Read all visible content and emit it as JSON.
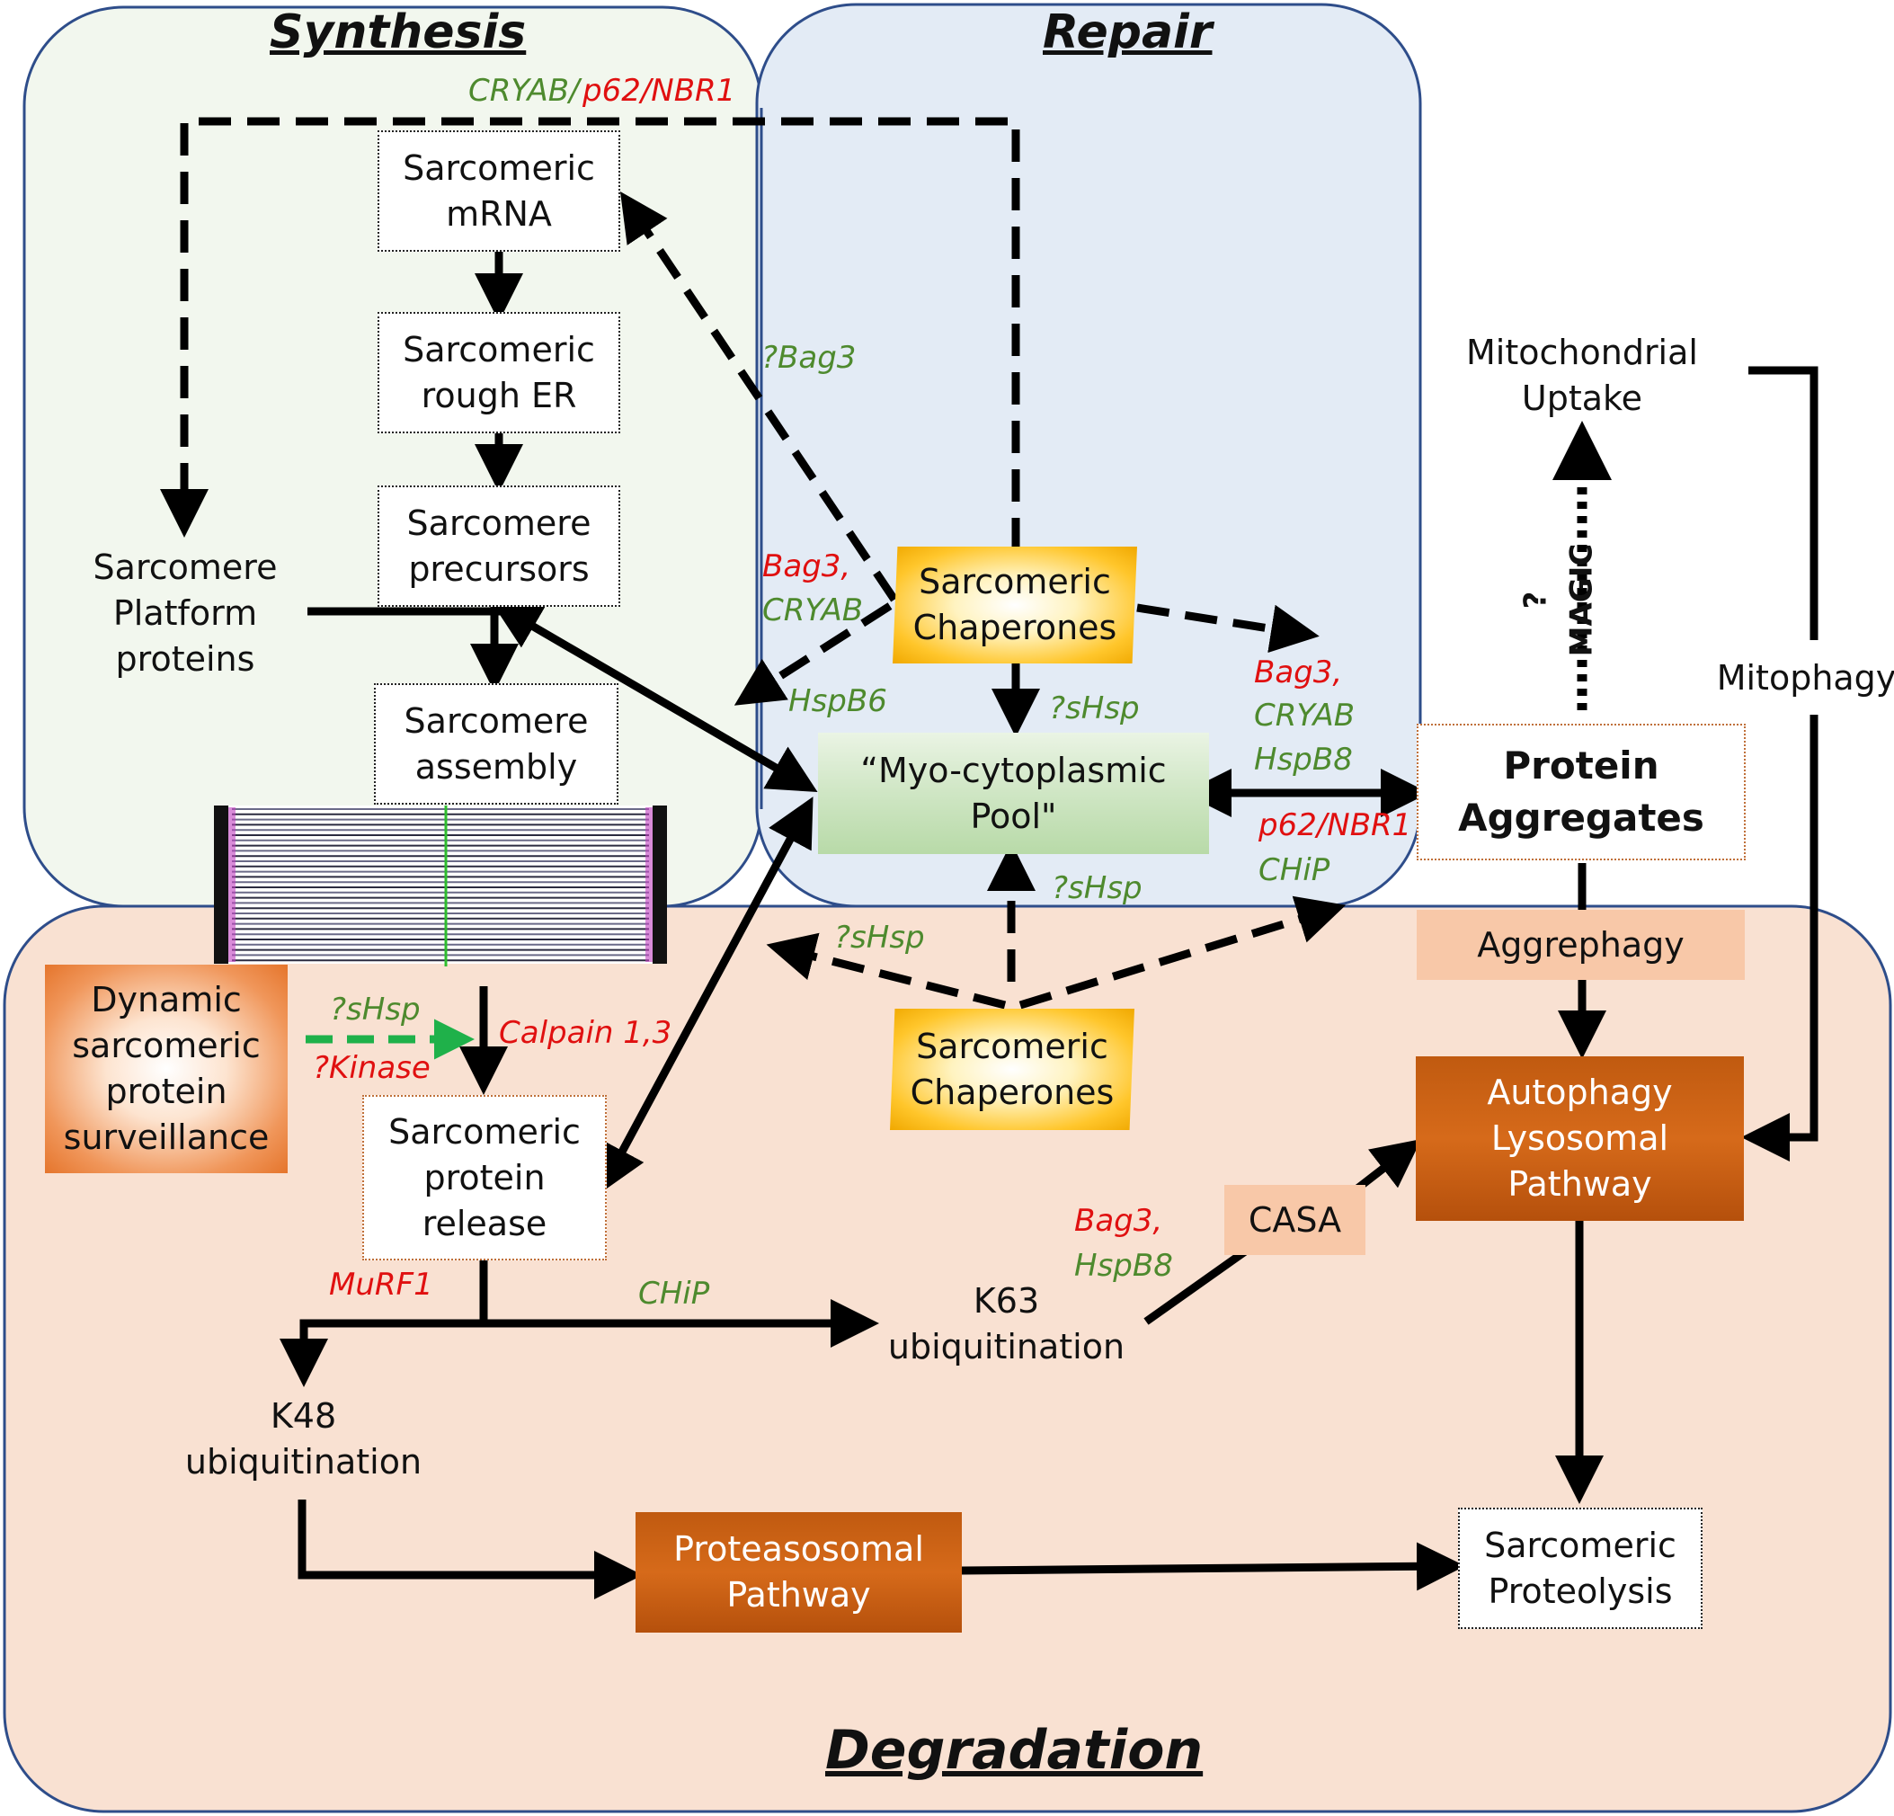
{
  "regions": {
    "synthesis": "Synthesis",
    "repair": "Repair",
    "degradation": "Degradation"
  },
  "nodes": {
    "sarcomeric_mrna": "Sarcomeric\nmRNA",
    "rough_er": "Sarcomeric\nrough ER",
    "precursors": "Sarcomere\nprecursors",
    "assembly": "Sarcomere\nassembly",
    "platform": "Sarcomere\nPlatform\nproteins",
    "chaperones_top": "Sarcomeric\nChaperones",
    "chaperones_bottom": "Sarcomeric\nChaperones",
    "pool": "“Myo-cytoplasmic\nPool\"",
    "mito_uptake": "Mitochondrial\nUptake",
    "mitophagy": "Mitophagy",
    "protein_aggregates": "Protein\nAggregates",
    "aggrephagy": "Aggrephagy",
    "surveillance": "Dynamic\nsarcomeric\nprotein\nsurveillance",
    "release": "Sarcomeric\nprotein\nrelease",
    "autophagy": "Autophagy\nLysosomal\nPathway",
    "casa": "CASA",
    "k63": "K63\nubiquitination",
    "k48": "K48\nubiquitination",
    "proteasomal": "Proteasosomal\nPathway",
    "proteolysis": "Sarcomeric\nProteolysis",
    "magic": "? MAGIC"
  },
  "labels": {
    "cryab_top": "CRYAB/",
    "p62_top": "p62/NBR1",
    "bag3_q": "?Bag3",
    "bag3_a": "Bag3,",
    "cryab_a": "CRYAB",
    "hspb6": "HspB6",
    "shsp_1": "?sHsp",
    "bag3_b": "Bag3,",
    "cryab_b": "CRYAB",
    "hspb8_b": "HspB8",
    "p62_b": "p62/NBR1",
    "chip_b": "CHiP",
    "shsp_2": "?sHsp",
    "shsp_3": "?sHsp",
    "shsp_4": "?sHsp",
    "kinase": "?Kinase",
    "calpain": "Calpain 1,3",
    "bag3_c": "Bag3,",
    "hspb8_c": "HspB8",
    "murf1": "MuRF1",
    "chip_c": "CHiP"
  },
  "colors": {
    "synthesis_bg": "#f2f7ee",
    "repair_bg": "#e3ebf5",
    "degradation_bg": "#f9e1d2",
    "region_border": "#2e4d8a",
    "label_green": "#4e8a2e",
    "label_red": "#e01010",
    "dashed_green": "#1fb14a"
  }
}
